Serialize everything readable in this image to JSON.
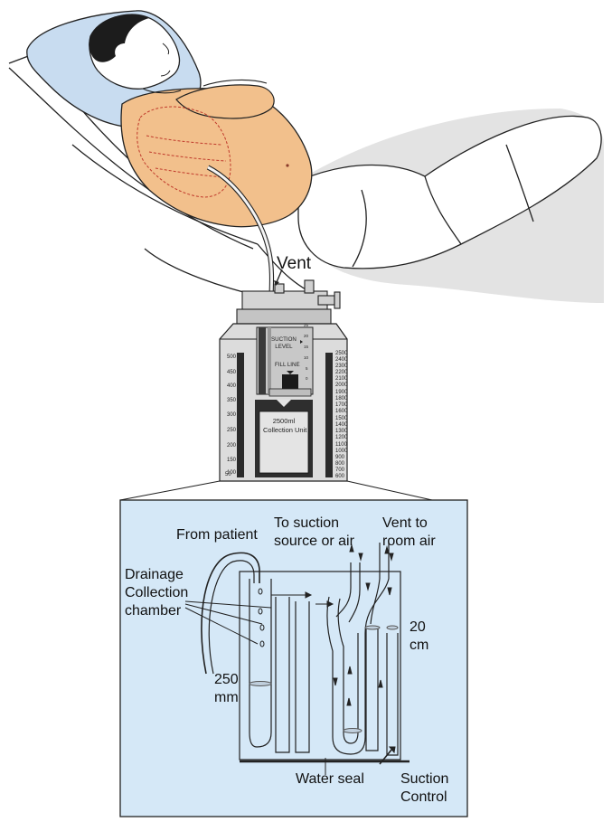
{
  "labels": {
    "vent": "Vent",
    "suction_level": [
      "SUCTION",
      "LEVEL"
    ],
    "fill_line": "FILL LINE",
    "collection_unit": [
      "2500ml",
      "Collection Unit"
    ],
    "from_patient": "From patient",
    "to_suction": [
      "To suction",
      "source or air"
    ],
    "vent_room_air": [
      "Vent to",
      "room air"
    ],
    "drainage": [
      "Drainage",
      "Collection",
      "chamber"
    ],
    "cm20": [
      "20",
      "cm"
    ],
    "mm250": [
      "250",
      "mm"
    ],
    "water_seal": "Water seal",
    "suction_control": [
      "Suction",
      "Control"
    ]
  },
  "suction_scale": [
    "25",
    "20",
    "15",
    "10",
    "5",
    "0"
  ],
  "left_scale": [
    "500",
    "450",
    "400",
    "350",
    "300",
    "250",
    "200",
    "150",
    "100",
    "50"
  ],
  "right_scale": [
    "2500",
    "2400",
    "2300",
    "2200",
    "2100",
    "2000",
    "1900",
    "1800",
    "1700",
    "1600",
    "1500",
    "1400",
    "1300",
    "1200",
    "1100",
    "1000",
    "900",
    "800",
    "700",
    "600"
  ],
  "colors": {
    "skin": "#f2c08c",
    "sheet_shadow": "#e3e3e3",
    "pillow": "#c8dcf0",
    "box_fill": "#d5e8f7",
    "device_body": "#dcdcdc",
    "device_dark": "#2a2a2a"
  }
}
